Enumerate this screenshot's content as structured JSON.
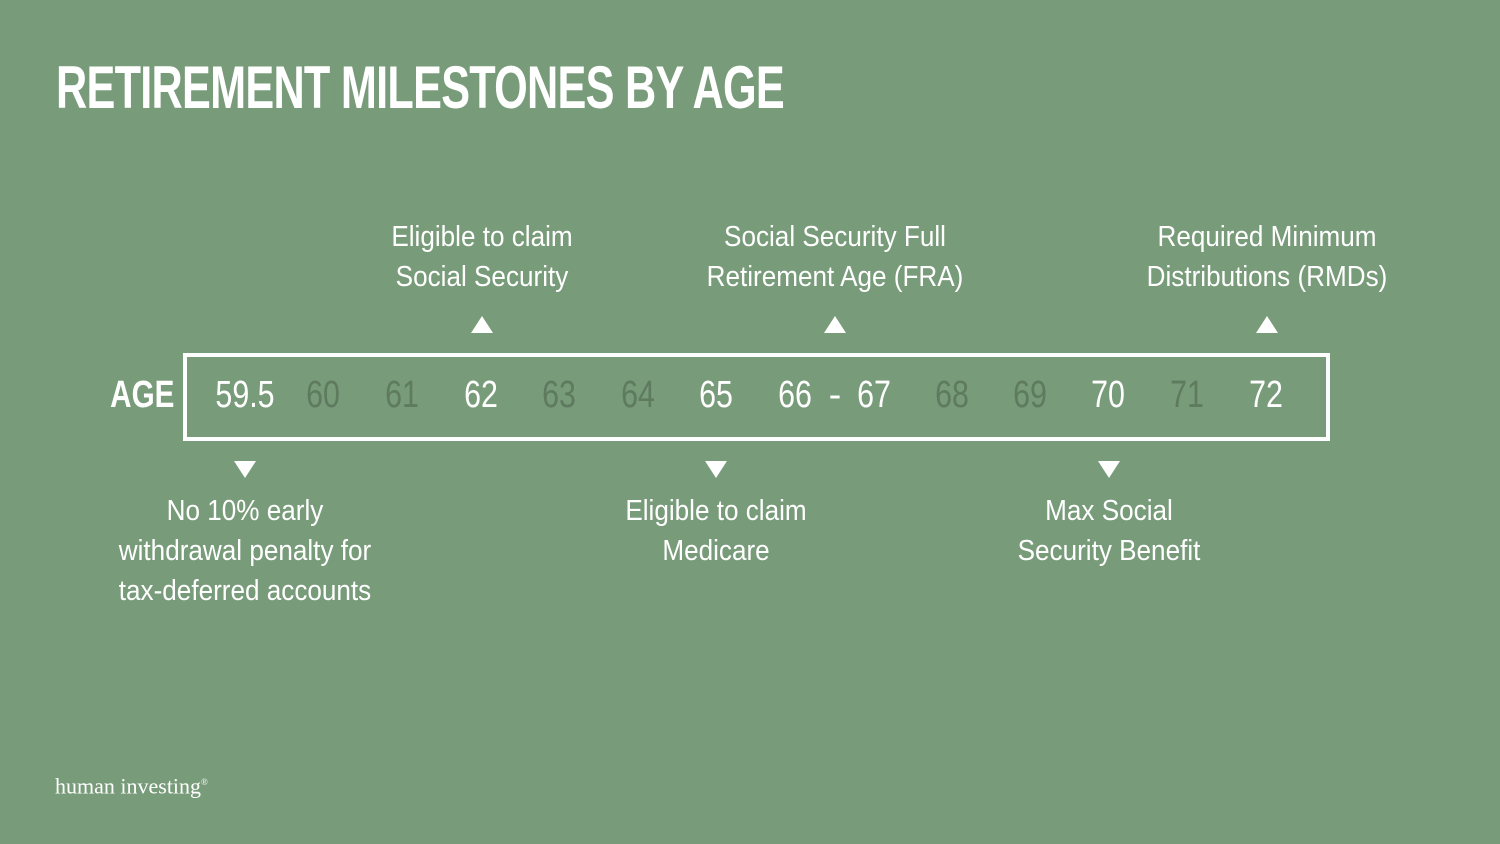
{
  "title": "RETIREMENT MILESTONES BY AGE",
  "timeline": {
    "axis_label": "AGE",
    "ticks": [
      {
        "label": "59.5",
        "emphasis": "major"
      },
      {
        "label": "60",
        "emphasis": "minor"
      },
      {
        "label": "61",
        "emphasis": "minor"
      },
      {
        "label": "62",
        "emphasis": "major"
      },
      {
        "label": "63",
        "emphasis": "minor"
      },
      {
        "label": "64",
        "emphasis": "minor"
      },
      {
        "label": "65",
        "emphasis": "major"
      },
      {
        "label": "66",
        "emphasis": "major"
      },
      {
        "label": "67",
        "emphasis": "major"
      },
      {
        "label": "68",
        "emphasis": "minor"
      },
      {
        "label": "69",
        "emphasis": "minor"
      },
      {
        "label": "70",
        "emphasis": "major"
      },
      {
        "label": "71",
        "emphasis": "minor"
      },
      {
        "label": "72",
        "emphasis": "major"
      }
    ],
    "range_separator": "-"
  },
  "milestones_above": [
    {
      "age": "62",
      "lines": [
        "Eligible to claim",
        "Social Security"
      ]
    },
    {
      "age": "66-67",
      "lines": [
        "Social Security Full",
        "Retirement Age (FRA)"
      ]
    },
    {
      "age": "72",
      "lines": [
        "Required Minimum",
        "Distributions (RMDs)"
      ]
    }
  ],
  "milestones_below": [
    {
      "age": "59.5",
      "lines": [
        "No 10% early",
        "withdrawal penalty for",
        "tax-deferred accounts"
      ]
    },
    {
      "age": "65",
      "lines": [
        "Eligible to claim",
        "Medicare"
      ]
    },
    {
      "age": "70",
      "lines": [
        "Max Social",
        "Security Benefit"
      ]
    }
  ],
  "brand": {
    "name": "human investing",
    "mark": "®"
  },
  "colors": {
    "background": "#789b7a",
    "text": "#ffffff",
    "muted_tick": "#5e7a5f"
  },
  "icons": {
    "arrow_up": "triangle-up-icon",
    "arrow_down": "triangle-down-icon"
  }
}
